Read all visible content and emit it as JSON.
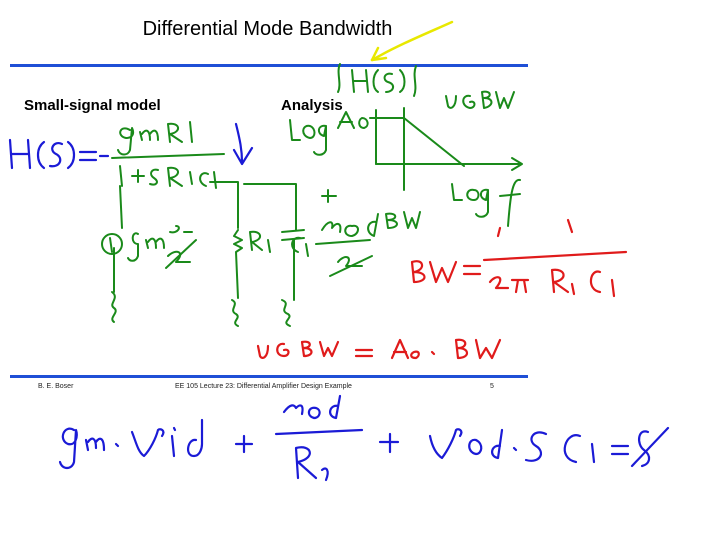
{
  "slide": {
    "title": "Differential Mode Bandwidth",
    "left_heading": "Small-signal model",
    "right_heading": "Analysis",
    "footer": {
      "author": "B. E. Boser",
      "course": "EE 105 Lecture 23: Differential Amplifier Design Example",
      "page": "5"
    }
  },
  "ink_colors": {
    "green": "#1a8a1a",
    "blue": "#1b1bd6",
    "red": "#e01b1b",
    "yellow": "#e8e800",
    "rule_blue": "#1f4fd6"
  }
}
